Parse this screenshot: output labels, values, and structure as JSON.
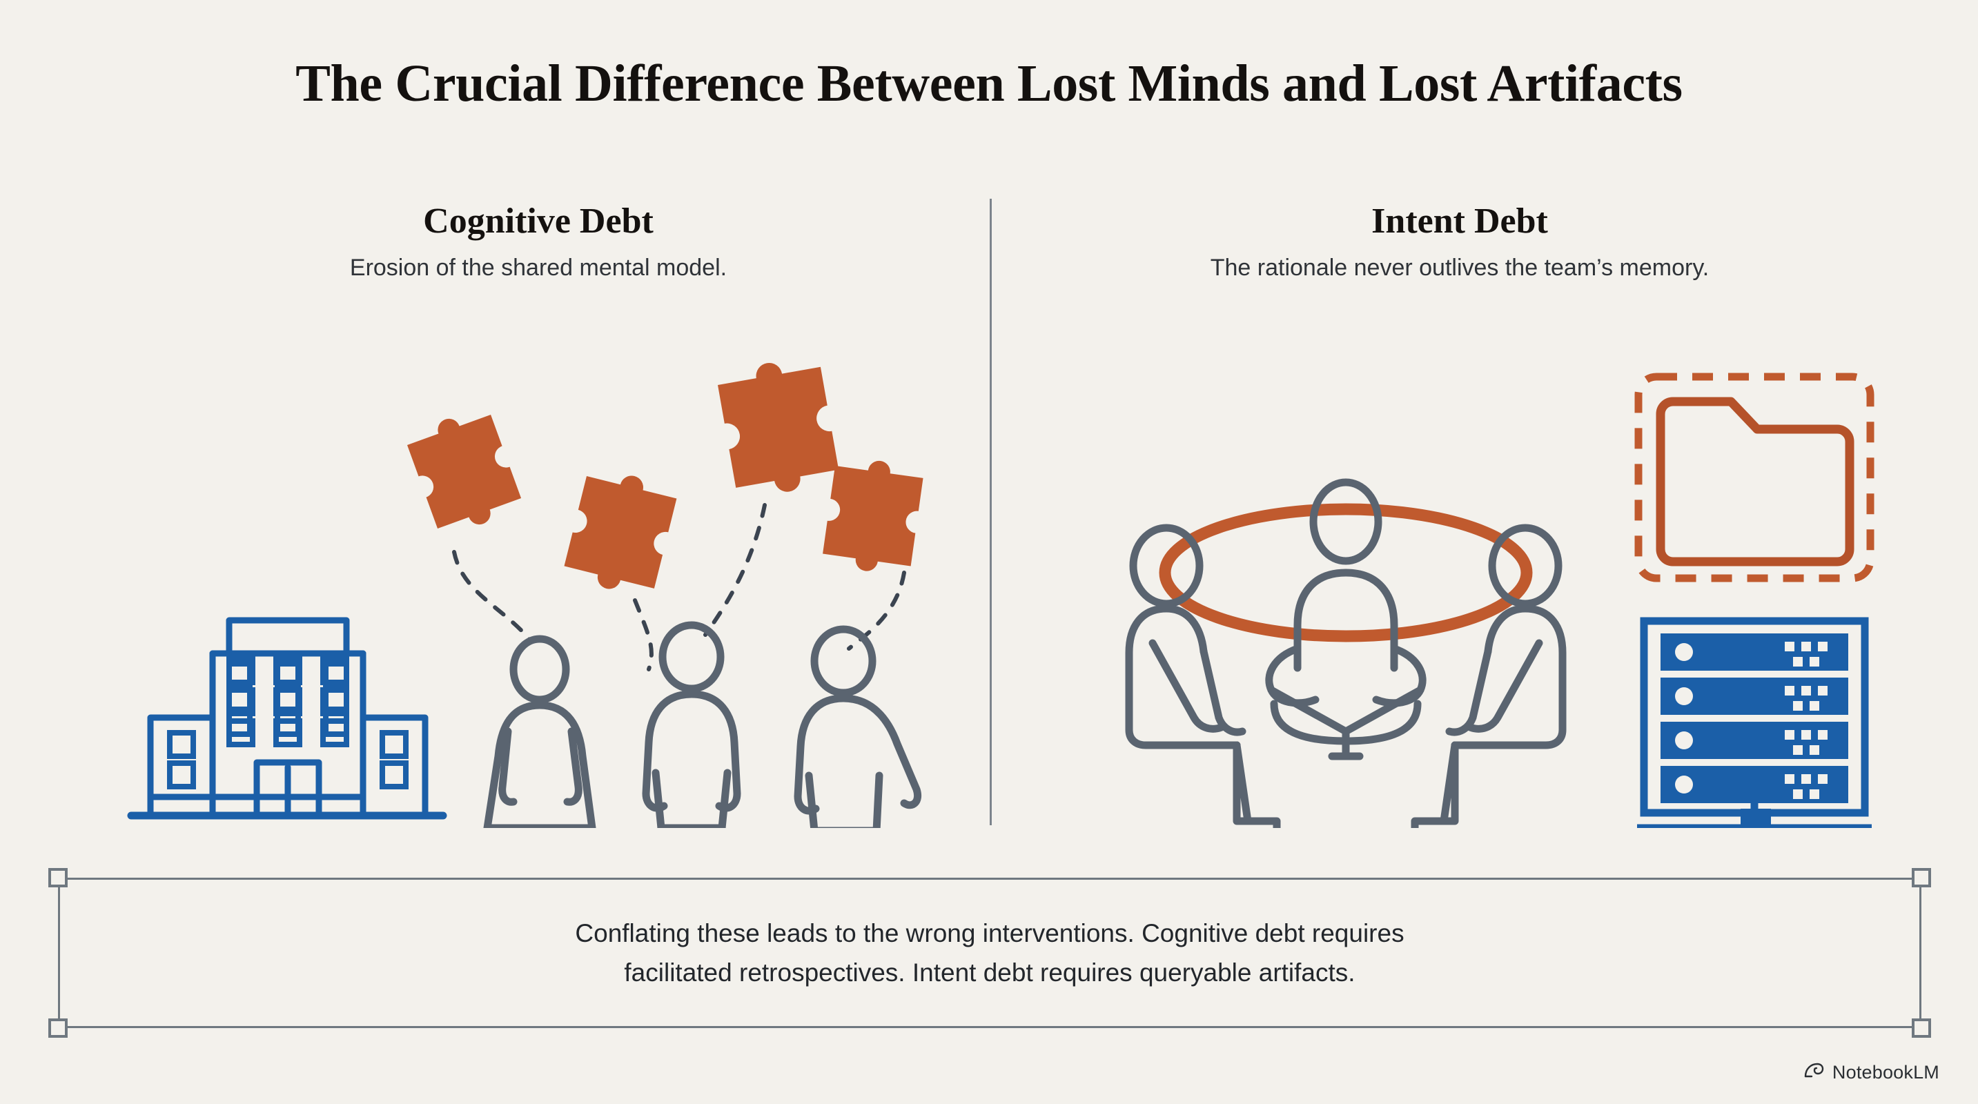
{
  "page": {
    "background_color": "#f3f1ec",
    "title": "The Crucial Difference Between Lost Minds and Lost Artifacts"
  },
  "palette": {
    "ink": "#14110f",
    "body_text": "#2f3338",
    "slate": "#5a6470",
    "blue": "#1b5fa8",
    "terracotta": "#c05a2e",
    "rule": "#6f7880"
  },
  "columns": {
    "left": {
      "heading": "Cognitive Debt",
      "subtitle": "Erosion of the shared mental model.",
      "illustration": {
        "name": "office-building-with-departing-people-and-escaping-puzzle-pieces",
        "elements": [
          "office-building-icon",
          "walking-person-skirt-icon",
          "walking-person-icon",
          "walking-person-icon",
          "puzzle-piece-icon",
          "puzzle-piece-icon",
          "puzzle-piece-icon",
          "puzzle-piece-icon",
          "dashed-connector-line",
          "dashed-connector-line",
          "dashed-connector-line",
          "dashed-connector-line"
        ]
      }
    },
    "right": {
      "heading": "Intent Debt",
      "subtitle": "The rationale never outlives the team’s memory.",
      "illustration": {
        "name": "meeting-circle-with-missing-folder-and-server-rack",
        "elements": [
          "seated-person-icon",
          "seated-person-icon",
          "cross-legged-person-icon",
          "orange-connection-ring",
          "dashed-missing-folder-icon",
          "server-rack-icon"
        ]
      }
    }
  },
  "callout": {
    "line1": "Conflating these leads to the wrong interventions. Cognitive debt requires",
    "line2": "facilitated retrospectives. Intent debt requires queryable artifacts."
  },
  "watermark": {
    "label": "NotebookLM",
    "icon": "notebooklm-spiral-icon"
  }
}
